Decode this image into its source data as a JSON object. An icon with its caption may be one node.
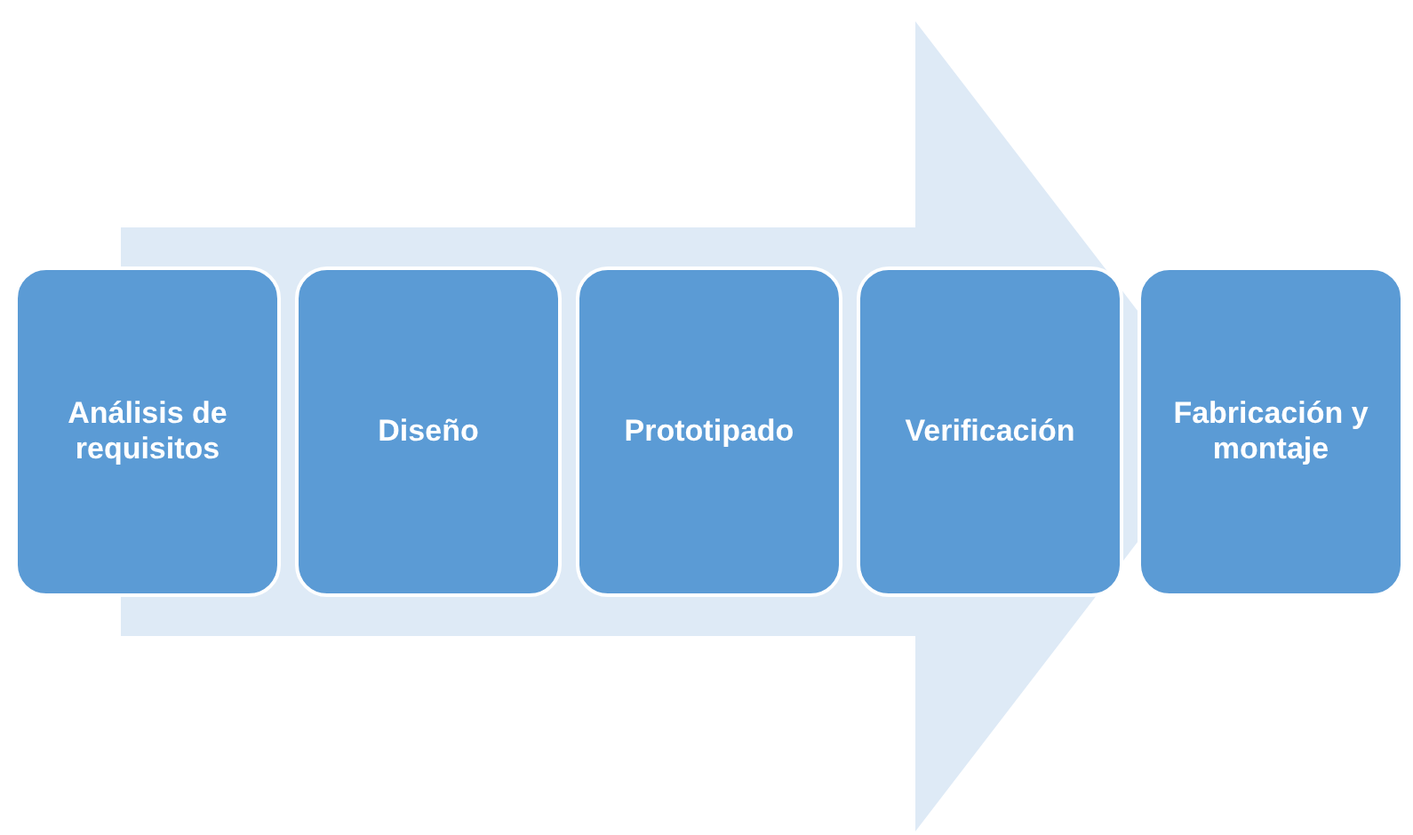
{
  "diagram": {
    "nodes": [
      {
        "text": [],
        "shape": "arrow"
      },
      {
        "text": [
          "Análisis de requisitos"
        ]
      },
      {
        "text": [
          "Diseño"
        ],
        "in": 0
      },
      {
        "text": [
          "Prototipado"
        ],
        "in": 0
      },
      {
        "text": [
          "Verificación"
        ],
        "in": 0
      },
      {
        "text": [
          "Fabricación y montaje"
        ]
      }
    ]
  }
}
